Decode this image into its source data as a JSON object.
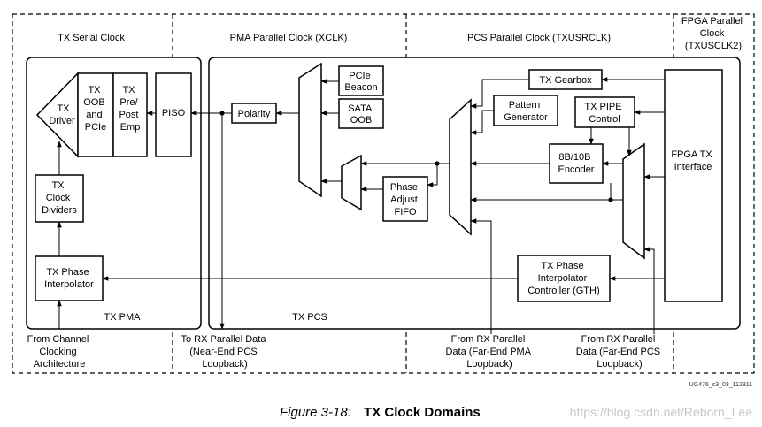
{
  "domains": {
    "tx_serial": "TX Serial Clock",
    "pma_parallel": "PMA Parallel Clock (XCLK)",
    "pcs_parallel": "PCS Parallel Clock (TXUSRCLK)",
    "fpga_parallel": [
      "FPGA Parallel",
      "Clock",
      "(TXUSCLK2)"
    ]
  },
  "regions": {
    "tx_pma": "TX PMA",
    "tx_pcs": "TX PCS"
  },
  "blocks": {
    "tx_driver": [
      "TX",
      "Driver"
    ],
    "tx_oob": [
      "TX",
      "OOB",
      "and",
      "PCIe"
    ],
    "tx_emp": [
      "TX",
      "Pre/",
      "Post",
      "Emp"
    ],
    "piso": "PISO",
    "polarity": "Polarity",
    "pcie_beacon": [
      "PCIe",
      "Beacon"
    ],
    "sata_oob": [
      "SATA",
      "OOB"
    ],
    "phase_adjust_fifo": [
      "Phase",
      "Adjust",
      "FIFO"
    ],
    "tx_gearbox": "TX Gearbox",
    "pattern_generator": [
      "Pattern",
      "Generator"
    ],
    "tx_pipe_control": [
      "TX PIPE",
      "Control"
    ],
    "encoder": [
      "8B/10B",
      "Encoder"
    ],
    "fpga_tx_interface": [
      "FPGA TX",
      "Interface"
    ],
    "tx_clock_dividers": [
      "TX",
      "Clock",
      "Dividers"
    ],
    "tx_phase_interpolator": [
      "TX Phase",
      "Interpolator"
    ],
    "tx_pi_controller": [
      "TX Phase",
      "Interpolator",
      "Controller (GTH)"
    ]
  },
  "bottom_labels": {
    "from_channel": [
      "From Channel",
      "Clocking",
      "Architecture"
    ],
    "to_rx": [
      "To RX Parallel Data",
      "(Near-End PCS",
      "Loopback)"
    ],
    "from_rx_pma": [
      "From RX Parallel",
      "Data (Far-End PMA",
      "Loopback)"
    ],
    "from_rx_pcs": [
      "From RX Parallel",
      "Data (Far-End PCS",
      "Loopback)"
    ]
  },
  "figure_id": "UG476_c3_03_112311",
  "caption": {
    "prefix": "Figure 3-18:",
    "title": "TX Clock Domains"
  },
  "watermark": "https://blog.csdn.net/Reborn_Lee"
}
